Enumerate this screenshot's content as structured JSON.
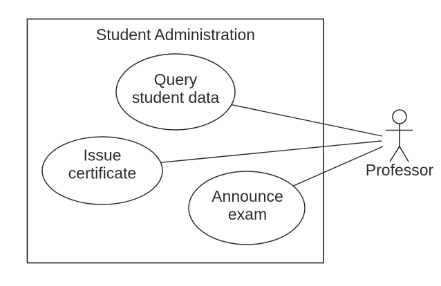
{
  "diagram": {
    "kind": "uml-use-case-diagram",
    "system_boundary": {
      "title": "Student Administration"
    },
    "use_cases": [
      {
        "id": "query-student-data",
        "label": "Query student data",
        "line1": "Query",
        "line2": "student data"
      },
      {
        "id": "issue-certificate",
        "label": "Issue certificate",
        "line1": "Issue",
        "line2": "certificate"
      },
      {
        "id": "announce-exam",
        "label": "Announce exam",
        "line1": "Announce",
        "line2": "exam"
      }
    ],
    "actor": {
      "id": "professor",
      "label": "Professor",
      "icon": "stick-figure-icon"
    },
    "associations": [
      {
        "from": "Query student data",
        "to": "Professor"
      },
      {
        "from": "Issue certificate",
        "to": "Professor"
      },
      {
        "from": "Announce exam",
        "to": "Professor"
      }
    ],
    "colors": {
      "background": "#ffffff",
      "line": "#2b2b2b",
      "text": "#2b2b2b",
      "shape_fill": "#ffffff"
    }
  }
}
